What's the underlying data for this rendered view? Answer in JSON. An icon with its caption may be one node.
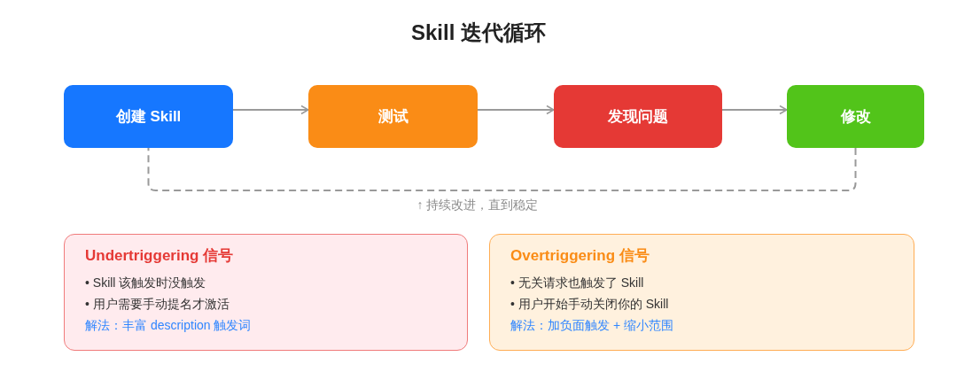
{
  "diagram": {
    "title": "Skill 迭代循环",
    "nodes": [
      {
        "text": [
          "创建 Skill"
        ]
      },
      {
        "text": [
          "测试"
        ]
      },
      {
        "text": [
          "发现问题"
        ]
      },
      {
        "text": [
          "修改"
        ]
      },
      {
        "text": [
          "Undertriggering 信号",
          "• Skill 该触发时没触发",
          "• 用户需要手动提名才激活",
          "解法：丰富 description 触发词"
        ]
      },
      {
        "text": [
          "Overtriggering 信号",
          "• 无关请求也触发了 Skill",
          "• 用户开始手动关闭你的 Skill",
          "解法：加负面触发 + 缩小范围"
        ]
      }
    ],
    "edges": [
      {
        "from": 0,
        "to": 1,
        "arrow": "to"
      },
      {
        "from": 1,
        "to": 2,
        "arrow": "to"
      },
      {
        "from": 2,
        "to": 3,
        "arrow": "to"
      },
      {
        "from": 3,
        "to": 0,
        "arrow": "none",
        "style": "dashed",
        "label": "↑ 持续改进，直到稳定"
      }
    ]
  }
}
